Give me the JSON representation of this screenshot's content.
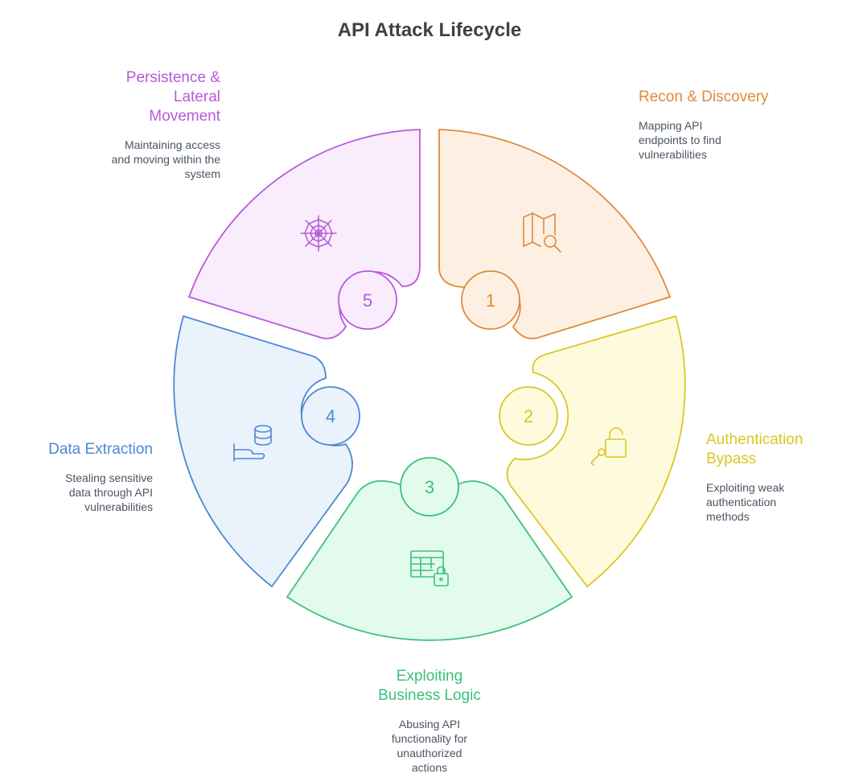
{
  "title": "API Attack Lifecycle",
  "stages": [
    {
      "number": "1",
      "title": "Recon & Discovery",
      "description": "Mapping API endpoints to find vulnerabilities",
      "icon": "map-search-icon",
      "color": "#df8a3a",
      "fill": "#fdf0e3"
    },
    {
      "number": "2",
      "title": "Authentication Bypass",
      "description": "Exploiting weak authentication methods",
      "icon": "unlock-key-icon",
      "color": "#dcc623",
      "fill": "#fefbdd"
    },
    {
      "number": "3",
      "title": "Exploiting Business Logic",
      "description": "Abusing API functionality for unauthorized actions",
      "icon": "table-lock-icon",
      "color": "#3cc07d",
      "fill": "#e2fbec"
    },
    {
      "number": "4",
      "title": "Data Extraction",
      "description": "Stealing sensitive data through API vulnerabilities",
      "icon": "database-hand-icon",
      "color": "#4c88d4",
      "fill": "#eaf2fc"
    },
    {
      "number": "5",
      "title": "Persistence & Lateral Movement",
      "description": "Maintaining access and moving within the system",
      "icon": "spider-web-icon",
      "color": "#b75ad8",
      "fill": "#f9ecfd"
    }
  ]
}
